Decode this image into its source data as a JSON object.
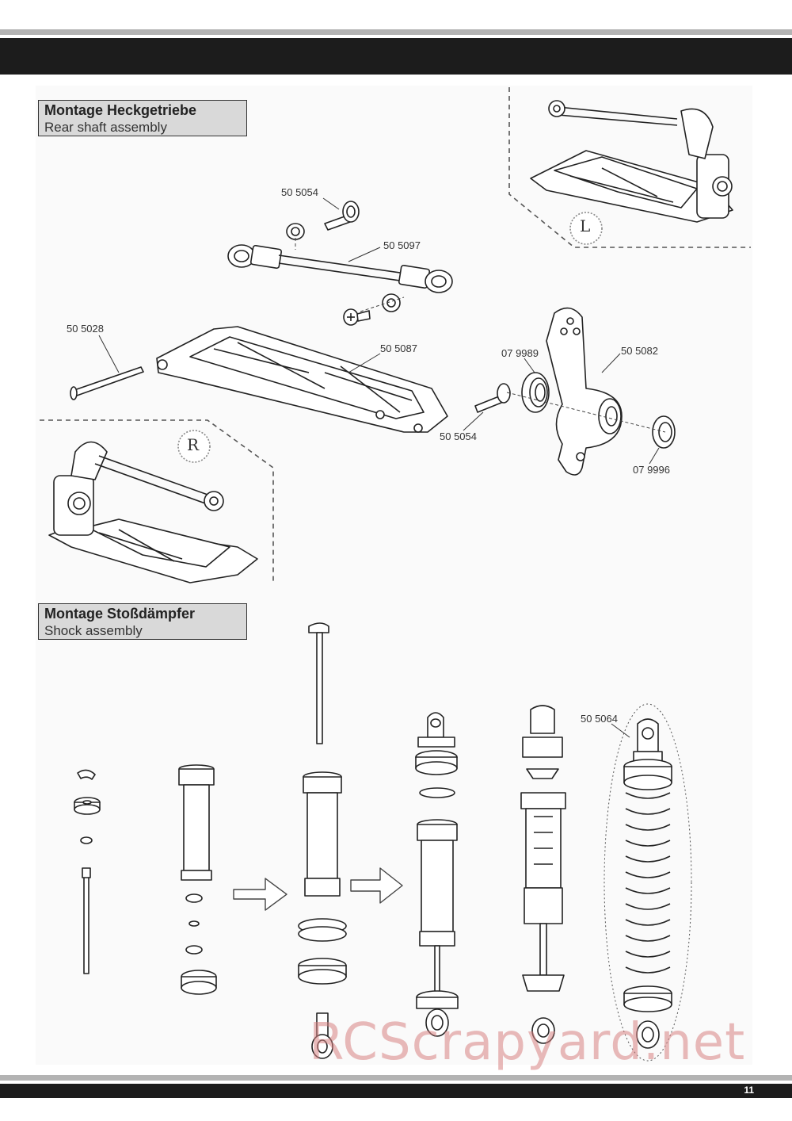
{
  "sections": [
    {
      "title_de": "Montage Heckgetriebe",
      "title_en": "Rear shaft assembly"
    },
    {
      "title_de": "Montage Stoßdämpfer",
      "title_en": "Shock assembly"
    }
  ],
  "part_labels": {
    "p1": "50 5054",
    "p2": "50 5097",
    "p3": "50 5028",
    "p4": "50 5087",
    "p5": "07 9989",
    "p6": "50 5082",
    "p7": "50 5054",
    "p8": "07 9996",
    "p9": "50 5064"
  },
  "side_markers": {
    "left": "L",
    "right": "R"
  },
  "page_number": "11",
  "watermark": "RCScrapyard.net"
}
